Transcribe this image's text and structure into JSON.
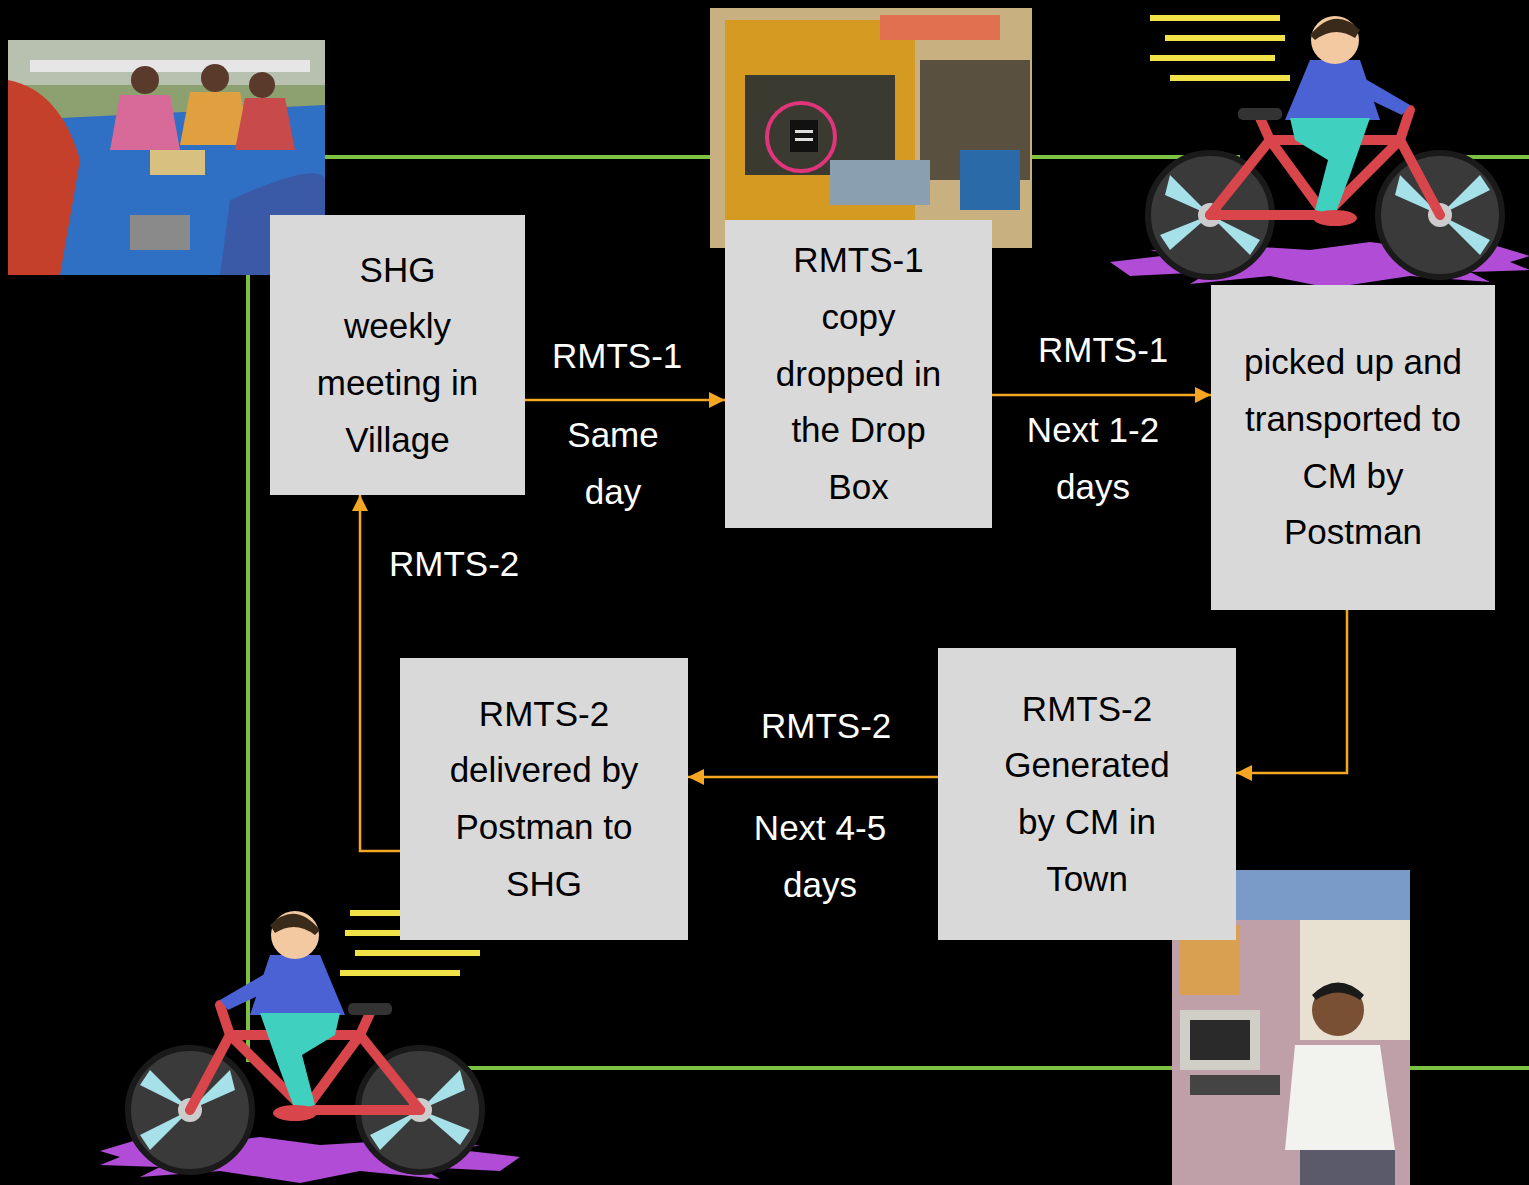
{
  "diagram": {
    "nodes": [
      {
        "text": [
          "SHG weekly meeting in Village"
        ]
      },
      {
        "text": [
          "RMTS-1 copy dropped in the Drop Box"
        ]
      },
      {
        "text": [
          "picked up and transported to CM by Postman"
        ]
      },
      {
        "text": [
          "RMTS-2 Generated by CM in Town"
        ]
      },
      {
        "text": [
          "RMTS-2 delivered by Postman to SHG"
        ]
      }
    ],
    "edges": [
      {
        "from": 0,
        "to": 1,
        "label": "RMTS-1",
        "arrow": "to"
      },
      {
        "from": 1,
        "to": 2,
        "label": "RMTS-1",
        "arrow": "to"
      },
      {
        "from": 2,
        "to": 3,
        "arrow": "to"
      },
      {
        "from": 3,
        "to": 4,
        "label": "RMTS-2",
        "arrow": "to"
      },
      {
        "from": 4,
        "to": 0,
        "label": "RMTS-2",
        "arrow": "to"
      }
    ],
    "labels": [
      "Same day",
      "Next 1-2 days",
      "Next 4-5 days"
    ]
  }
}
